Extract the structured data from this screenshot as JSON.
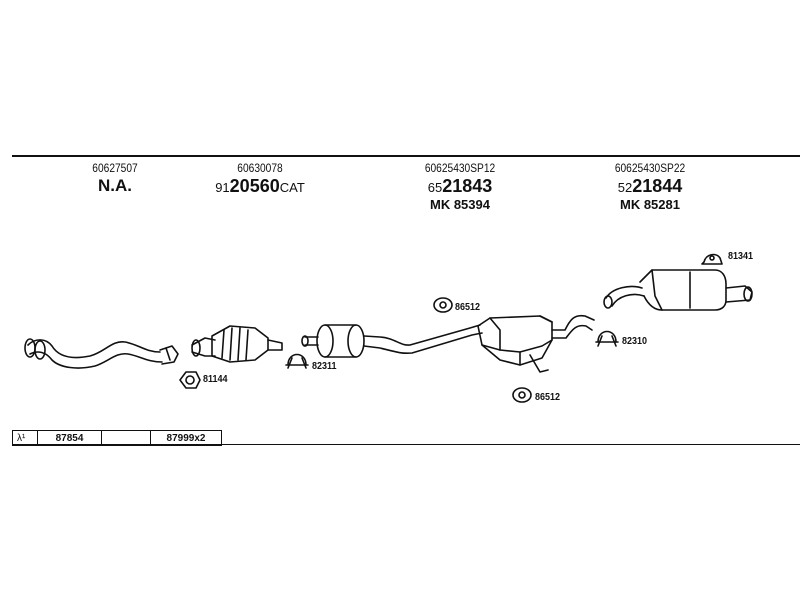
{
  "columns": [
    {
      "part_number": "60627507",
      "code": "N.A.",
      "code_prefix": "",
      "code_suffix": "",
      "mk": ""
    },
    {
      "part_number": "60630078",
      "code_prefix": "91",
      "code": "20560",
      "code_suffix": "CAT",
      "mk": ""
    },
    {
      "part_number": "60625430SP12",
      "code_prefix": "65",
      "code": "21843",
      "code_suffix": "",
      "mk": "MK 85394"
    },
    {
      "part_number": "60625430SP22",
      "code_prefix": "52",
      "code": "21844",
      "code_suffix": "",
      "mk": "MK 85281"
    }
  ],
  "callouts": {
    "c81341": "81341",
    "c86512_top": "86512",
    "c86512_bottom": "86512",
    "c82310": "82310",
    "c82311": "82311",
    "c81144": "81144"
  },
  "legend": {
    "symbol": "λ¹",
    "sensor": "87854",
    "empty": "",
    "kit": "87999x2"
  }
}
